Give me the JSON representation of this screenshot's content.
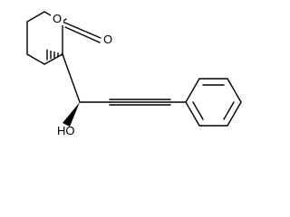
{
  "atoms": {
    "ring_oxygen": "O",
    "carbonyl_oxygen": "O",
    "hydroxyl": "HO"
  }
}
